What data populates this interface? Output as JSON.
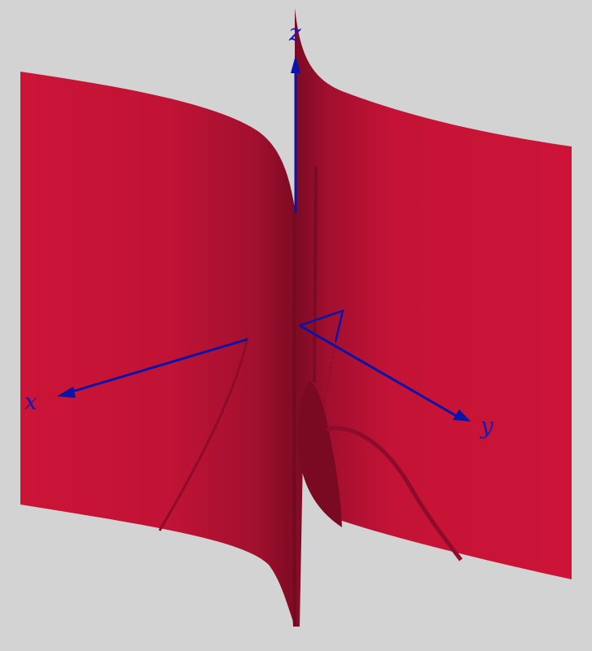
{
  "colors": {
    "background": "#d3d3d3",
    "surface": "#cc1437",
    "surface_shade": "#a0102e",
    "surface_dark": "#6e0a1f",
    "curve": "#8e0c2a",
    "axis": "#0a14a8",
    "axis_label": "#1a1ab0"
  },
  "axes": {
    "x_label": "x",
    "y_label": "y",
    "z_label": "z"
  }
}
